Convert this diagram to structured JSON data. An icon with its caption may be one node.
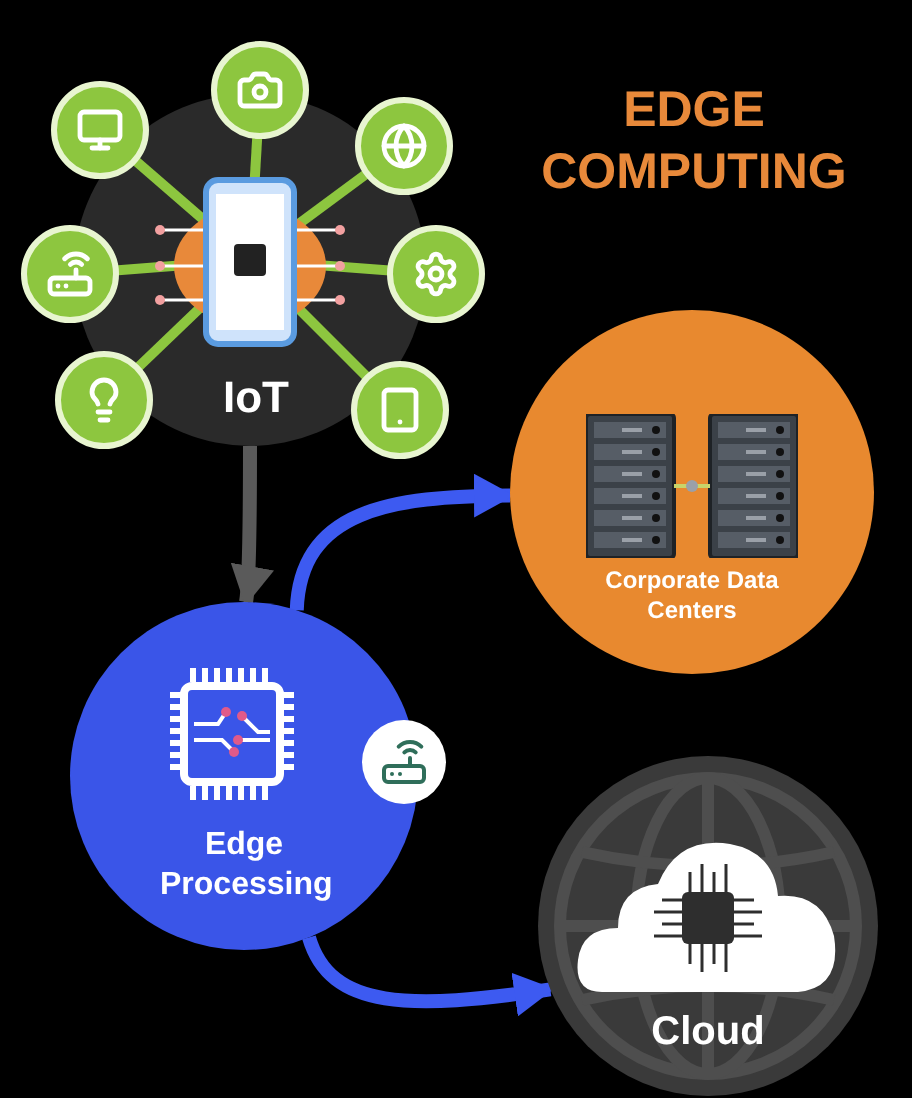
{
  "diagram": {
    "title": "EDGE COMPUTING",
    "nodes": [
      {
        "text": [
          "IoT"
        ]
      },
      {
        "text": [
          "Corporate Data Centers"
        ]
      },
      {
        "text": [
          "Edge Processing"
        ]
      },
      {
        "text": [
          "Cloud"
        ]
      }
    ],
    "edges": [
      {
        "from": 0,
        "to": 2,
        "arrow": "to",
        "color": "#5a5a5a"
      },
      {
        "from": 2,
        "to": 1,
        "arrow": "to"
      },
      {
        "from": 2,
        "to": 3,
        "arrow": "to"
      }
    ]
  }
}
